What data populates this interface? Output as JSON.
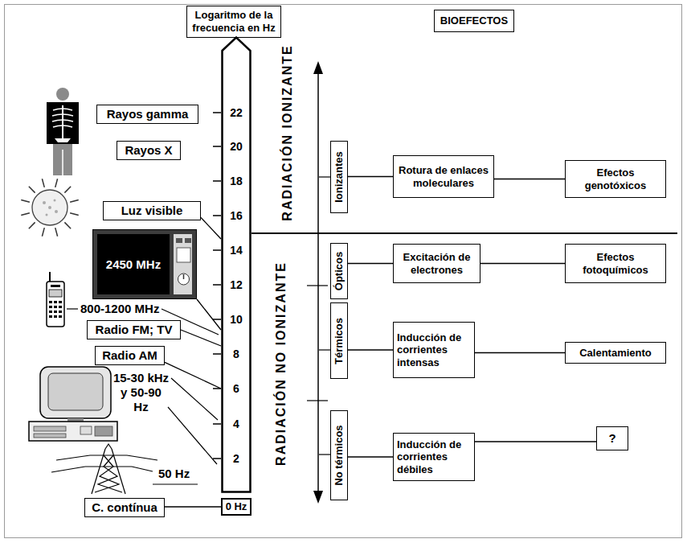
{
  "diagram": {
    "nodes": [
      {
        "text": [
          "Logaritmo de la frecuencia en Hz"
        ]
      },
      {
        "text": [
          "BIOEFECTOS"
        ]
      },
      {
        "text": [
          "Rayos gamma"
        ]
      },
      {
        "text": [
          "Rayos X"
        ]
      },
      {
        "text": [
          "Luz visible"
        ]
      },
      {
        "text": [
          "2450 MHz"
        ]
      },
      {
        "text": [
          "Radio FM; TV"
        ]
      },
      {
        "text": [
          "Radio AM"
        ]
      },
      {
        "text": [
          "C. contínua"
        ]
      },
      {
        "text": [
          "0 Hz"
        ]
      },
      {
        "text": [
          "22",
          "20",
          "18",
          "16",
          "14",
          "12",
          "10",
          "8",
          "6",
          "4",
          "2"
        ]
      },
      {
        "text": [
          "Ionizantes"
        ]
      },
      {
        "text": [
          "Rotura de enlaces moleculares"
        ]
      },
      {
        "text": [
          "Efectos genotóxicos"
        ]
      },
      {
        "text": [
          "Ópticos"
        ]
      },
      {
        "text": [
          "Excitación de electrones"
        ]
      },
      {
        "text": [
          "Efectos fotoquímicos"
        ]
      },
      {
        "text": [
          "Térmicos"
        ]
      },
      {
        "text": [
          "Inducción de corrientes intensas"
        ]
      },
      {
        "text": [
          "Calentamiento"
        ]
      },
      {
        "text": [
          "No térmicos"
        ]
      },
      {
        "text": [
          "Inducción de corrientes débiles"
        ]
      },
      {
        "text": [
          "?"
        ]
      }
    ],
    "edges": [
      {
        "from": 11,
        "to": 12,
        "arrow": "none"
      },
      {
        "from": 12,
        "to": 13,
        "arrow": "none"
      },
      {
        "from": 14,
        "to": 15,
        "arrow": "none"
      },
      {
        "from": 15,
        "to": 16,
        "arrow": "none"
      },
      {
        "from": 17,
        "to": 18,
        "arrow": "none"
      },
      {
        "from": 18,
        "to": 19,
        "arrow": "none"
      },
      {
        "from": 20,
        "to": 21,
        "arrow": "none"
      },
      {
        "from": 21,
        "to": 22,
        "arrow": "none"
      },
      {
        "from": 4,
        "to": 10,
        "arrow": "none"
      },
      {
        "from": 5,
        "to": 10,
        "arrow": "none"
      },
      {
        "from": 6,
        "to": 10,
        "arrow": "none"
      },
      {
        "from": 7,
        "to": 10,
        "arrow": "none"
      },
      {
        "from": 8,
        "to": 9,
        "arrow": "none"
      }
    ],
    "labels": [
      "RADIACIÓN IONIZANTE",
      "RADIACIÓN NO IONIZANTE",
      "800-1200 MHz",
      "15-30 kHz y 50-90 Hz",
      "50 Hz"
    ]
  }
}
